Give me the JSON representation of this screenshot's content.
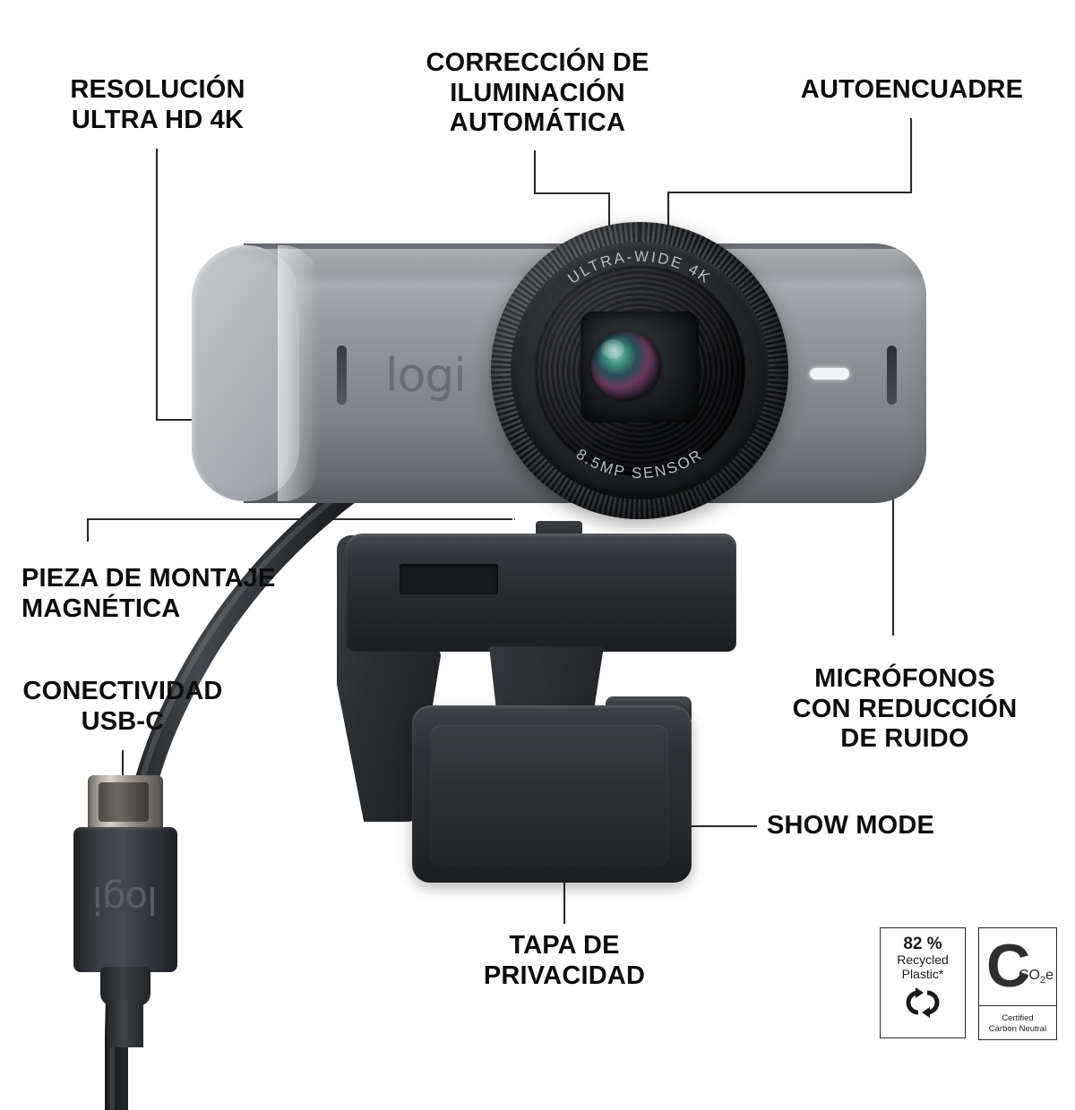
{
  "diagram": {
    "product": "Logitech MX Brio webcam",
    "brand_wordmark": "logi",
    "background_color": "#ffffff",
    "text_color": "#0d0d0d",
    "leader_line_color_dark": "#2a2a2a",
    "leader_line_color_light": "#ffffff",
    "body_color": "#8d9094",
    "endcap_color": "#b3b7ba",
    "clip_color": "#2b2d30"
  },
  "callouts": [
    {
      "id": "resolution",
      "lines": [
        "RESOLUCIÓN",
        "ULTRA HD 4K"
      ]
    },
    {
      "id": "lighting",
      "lines": [
        "CORRECCIÓN DE",
        "ILUMINACIÓN",
        "AUTOMÁTICA"
      ]
    },
    {
      "id": "autoframing",
      "lines": [
        "AUTOENCUADRE"
      ]
    },
    {
      "id": "mount",
      "lines": [
        "PIEZA DE MONTAJE",
        "MAGNÉTICA"
      ]
    },
    {
      "id": "usbc",
      "lines": [
        "CONECTIVIDAD",
        "USB-C"
      ]
    },
    {
      "id": "microphones",
      "lines": [
        "MICRÓFONOS",
        "CON REDUCCIÓN",
        "DE RUIDO"
      ]
    },
    {
      "id": "showmode",
      "lines": [
        "SHOW MODE"
      ]
    },
    {
      "id": "privacy",
      "lines": [
        "TAPA DE",
        "PRIVACIDAD"
      ]
    }
  ],
  "lens_engraving": {
    "top": "ULTRA-WIDE 4K",
    "bottom": "8.5MP SENSOR"
  },
  "badges": {
    "recycled": {
      "percent": "82 %",
      "line1": "Recycled",
      "line2": "Plastic*",
      "icon": "recycling-loop-icon"
    },
    "carbon": {
      "letter": "C",
      "unit_main": "CO",
      "unit_sub": "2",
      "unit_tail": "e",
      "caption_line1": "Certified",
      "caption_line2": "Carbon Neutral"
    }
  }
}
